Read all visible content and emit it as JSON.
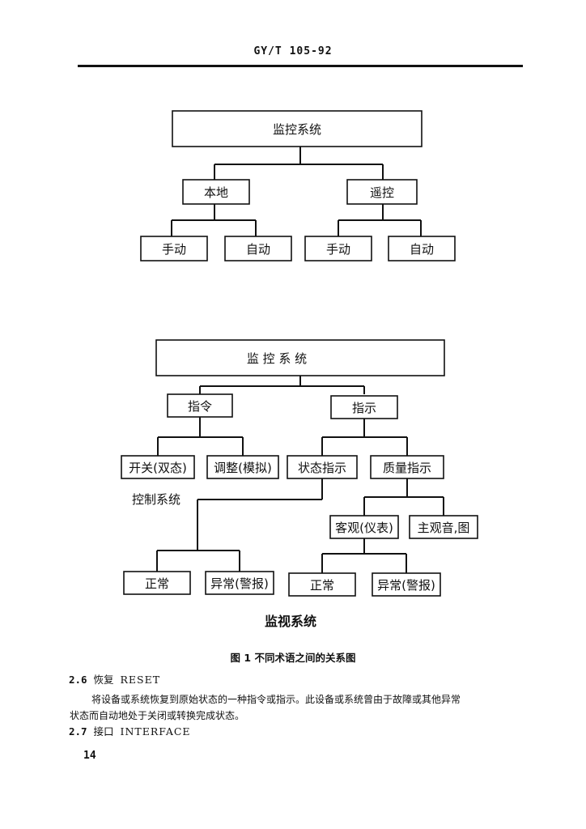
{
  "header": {
    "code": "GY/T  105-92"
  },
  "figure": {
    "tree1": {
      "root": "监控系统",
      "local": "本地",
      "remote": "遥控",
      "local_manual": "手动",
      "local_auto": "自动",
      "remote_manual": "手动",
      "remote_auto": "自动"
    },
    "tree2": {
      "root": "监 控  系  统",
      "command": "指令",
      "indication": "指示",
      "switch": "开关(双态)",
      "adjust": "调整(模拟)",
      "status_ind": "状态指示",
      "quality_ind": "质量指示",
      "objective": "客观(仪表)",
      "subjective": "主观音,图",
      "normal1": "正常",
      "abnormal1": "异常(警报)",
      "normal2": "正常",
      "abnormal2": "异常(警报)"
    },
    "label_control": "控制系统",
    "label_monitor": "监视系统",
    "caption": "图 1  不同术语之间的关系图"
  },
  "section_2_6": {
    "number": "2.6",
    "title_cn": "恢复",
    "title_en": "RESET",
    "body_line1": "将设备或系统恢复到原始状态的一种指令或指示。此设备或系统曾由于故障或其他异常",
    "body_line2": "状态而自动地处于关闭或转换完成状态。"
  },
  "section_2_7": {
    "number": "2.7",
    "title_cn": "接口",
    "title_en": "INTERFACE"
  },
  "page_number": "14"
}
